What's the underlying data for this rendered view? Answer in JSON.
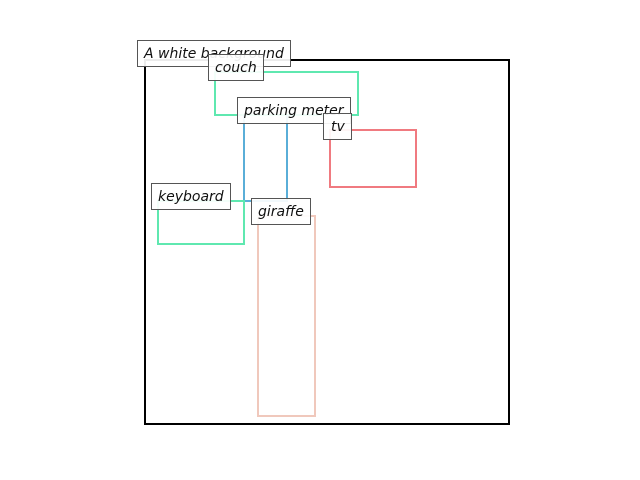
{
  "scene": {
    "caption": "A white background",
    "objects": [
      {
        "id": "couch",
        "label": "couch",
        "color": "#5fe8b0"
      },
      {
        "id": "parking-meter",
        "label": "parking meter",
        "color": "#5aaed8"
      },
      {
        "id": "tv",
        "label": "tv",
        "color": "#f07a80"
      },
      {
        "id": "keyboard",
        "label": "keyboard",
        "color": "#5fe8b0"
      },
      {
        "id": "giraffe",
        "label": "giraffe",
        "color": "#f0c8bc"
      }
    ]
  }
}
